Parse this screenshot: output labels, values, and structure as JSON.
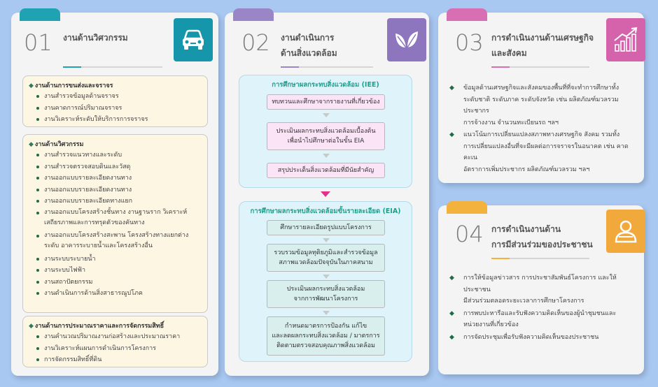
{
  "colors": {
    "tab1": "#1fa3b3",
    "tab2": "#9a86c6",
    "tab3": "#d96fb3",
    "tab4": "#f3b13d",
    "icon1": "#1596aa",
    "icon2": "#8d76bd",
    "icon3": "#d563ac",
    "icon4": "#f2a93b"
  },
  "sec1": {
    "num": "01",
    "title": "งานด้านวิศวกรรม",
    "icon": "car-icon",
    "groups": [
      {
        "title": "งานด้านการขนส่งและจราจร",
        "items": [
          "งานสำรวจข้อมูลด้านจราจร",
          "งานคาดการณ์ปริมาณจราจร",
          "งานวิเคราะห์ระดับให้บริการการจราจร"
        ]
      },
      {
        "title": "งานด้านวิศวกรรม",
        "items": [
          "งานสำรวจแนวทางและระดับ",
          "งานสำรวจตรวจสอบดินและวัสดุ",
          "งานออกแบบรายละเอียดงานทาง",
          "งานออกแบบรายละเอียดงานทาง",
          "งานออกแบบรายละเอียดทางแยก",
          "งานออกแบบโครงสร้างชั้นทาง งานฐานราก วิเคราะห์เสถียรภาพและการทรุดตัวของคันทาง",
          "งานออกแบบโครงสร้างสะพาน โครงสร้างทางแยกต่างระดับ อาคารระบายน้ำและโครงสร้างอื่น",
          "งานระบบระบายน้ำ",
          "งานระบบไฟฟ้า",
          "งานสถาปัตยกรรม",
          "งานดำเนินการด้านสิ่งสาธารณูปโภค"
        ]
      },
      {
        "title": "งานด้านการประมาณราคาและการจัดกรรมสิทธิ์",
        "items": [
          "งานคำนวณปริมาณงานก่อสร้างและประมาณราคา",
          "งานวิเคราะห์แผนการดำเนินการโครงการ",
          "การจัดกรรมสิทธิ์ที่ดิน"
        ]
      }
    ]
  },
  "sec2": {
    "num": "02",
    "title_line1": "งานดำเนินการ",
    "title_line2": "ด้านสิ่งแวดล้อม",
    "icon": "leaf-icon",
    "iee_title": "การศึกษาผลกระทบสิ่งแวดล้อม (IEE)",
    "iee_steps": [
      [
        "ทบทวนและศึกษาจากรายงานที่เกี่ยวข้อง"
      ],
      [
        "ประเมินผลกระทบสิ่งแวดล้อมเบื้องต้น",
        "เพื่อนำไปศึกษาต่อในขั้น EIA"
      ],
      [
        "สรุปประเด็นสิ่งแวดล้อมที่มีนัยสำคัญ"
      ]
    ],
    "eia_title": "การศึกษาผลกระทบสิ่งแวดล้อมขั้นรายละเอียด (EIA)",
    "eia_steps": [
      [
        "ศึกษารายละเอียดรูปแบบโครงการ"
      ],
      [
        "รวบรวมข้อมูลทุติยภูมิและสำรวจข้อมูล",
        "สภาพแวดล้อมปัจจุบันในภาคสนาม"
      ],
      [
        "ประเมินผลกระทบสิ่งแวดล้อม",
        "จากการพัฒนาโครงการ"
      ],
      [
        "กำหนดมาตรการป้องกัน แก้ไข",
        "และลดผลกระทบสิ่งแวดล้อม / มาตรการ",
        "ติดตามตรวจสอบคุณภาพสิ่งแวดล้อม"
      ]
    ]
  },
  "sec3": {
    "num": "03",
    "title_line1": "การดำเนินงานด้านเศรษฐกิจ",
    "title_line2": "และสังคม",
    "icon": "bar-chart-growth-icon",
    "items": [
      [
        "ข้อมูลด้านเศรษฐกิจและสังคมของพื้นที่ที่จะทำการศึกษาทั้ง",
        "ระดับชาติ ระดับภาค ระดับจังหวัด เช่น ผลิตภัณฑ์มวลรวม ประชากร",
        "การจ้างงาน จำนวนทะเบียนรถ ฯลฯ"
      ],
      [
        "แนวโน้มการเปลี่ยนแปลงสภาพทางเศรษฐกิจ สังคม รวมทั้ง",
        "การเปลี่ยนแปลงอื่นที่จะมีผลต่อการจราจรในอนาคต เช่น คาดคะเน",
        "อัตราการเพิ่มประชากร ผลิตภัณฑ์มวลรวม ฯลฯ"
      ]
    ]
  },
  "sec4": {
    "num": "04",
    "title_line1": "การดำเนินงานด้าน",
    "title_line2": "การมีส่วนร่วมของประชาชน",
    "icon": "person-icon",
    "items": [
      [
        "การให้ข้อมูลข่าวสาร การประชาสัมพันธ์โครงการ และให้ประชาชน",
        "มีส่วนร่วมตลอดระยะเวลาการศึกษาโครงการ"
      ],
      [
        "การพบปะหารือและรับฟังความคิดเห็นของผู้นำชุมชนและ",
        "หน่วยงานที่เกี่ยวข้อง"
      ],
      [
        "การจัดประชุมเพื่อรับฟังความคิดเห็นของประชาชน"
      ]
    ]
  }
}
